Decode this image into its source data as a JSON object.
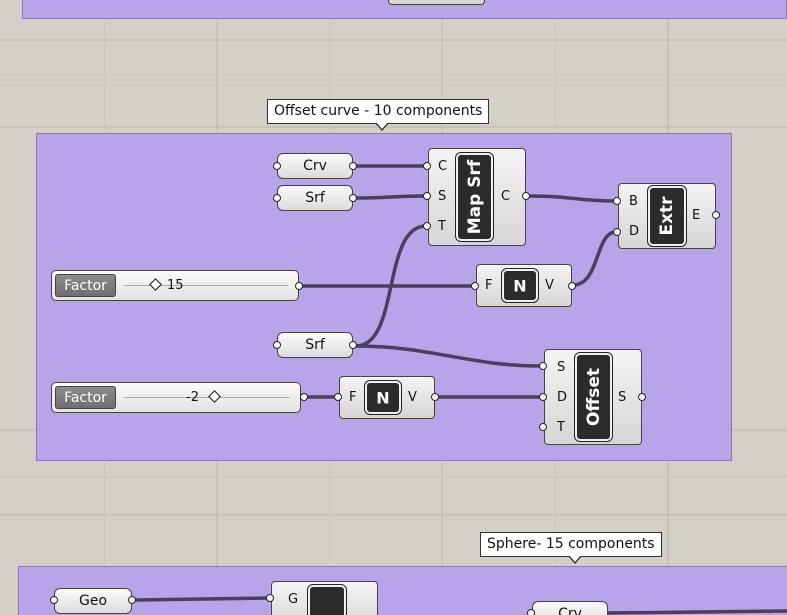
{
  "groups": {
    "offset": {
      "label": "Offset curve - 10 components",
      "color": "#b8a4e8"
    },
    "sphere": {
      "label": "Sphere- 15 components",
      "color": "#b8a4e8"
    }
  },
  "params": {
    "crv": "Crv",
    "srf1": "Srf",
    "srf2": "Srf",
    "geo": "Geo",
    "crv_bottom": "Crv"
  },
  "components": {
    "map_srf": {
      "name": "Map Srf",
      "inputs": [
        "C",
        "S",
        "T"
      ],
      "output": "C"
    },
    "extr": {
      "name": "Extr",
      "inputs": [
        "B",
        "D"
      ],
      "output": "E"
    },
    "neg1": {
      "glyph": "N",
      "input": "F",
      "output": "V"
    },
    "neg2": {
      "glyph": "N",
      "input": "F",
      "output": "V"
    },
    "offset": {
      "name": "Offset",
      "inputs": [
        "S",
        "D",
        "T"
      ],
      "output": "S"
    },
    "sphere_comp": {
      "inputs": [
        "G"
      ]
    }
  },
  "sliders": {
    "factor1": {
      "label": "Factor",
      "value": "15"
    },
    "factor2": {
      "label": "Factor",
      "value": "-2"
    }
  }
}
